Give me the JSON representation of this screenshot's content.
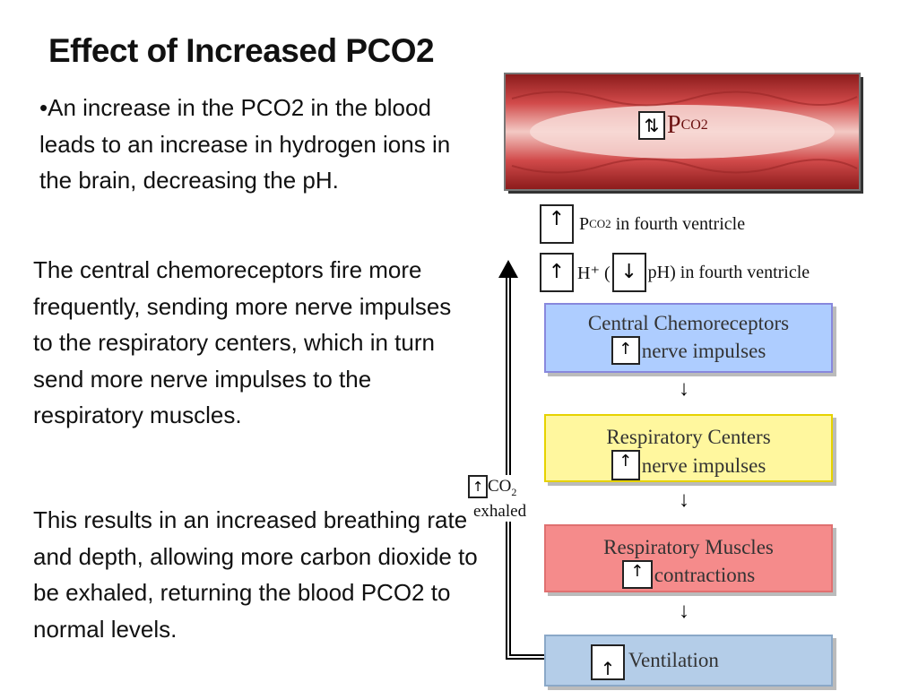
{
  "slide": {
    "title": "Effect of Increased PCO2",
    "bullet1": "•An increase in the PCO2 in the blood leads to an increase in hydrogen ions in the brain, decreasing the pH.",
    "para2": "The central chemoreceptors fire more frequently, sending more nerve impulses to the respiratory centers, which in turn send more nerve impulses to the respiratory muscles.",
    "para3": "This results in an increased breathing rate and depth, allowing more carbon dioxide to be exhaled, returning the blood PCO2 to normal levels."
  },
  "diagram": {
    "vessel_label": "P",
    "vessel_label_sub": "CO2",
    "arrows": {
      "up": "↑",
      "down": "↓",
      "updown": "⇅"
    },
    "row1_text": "in fourth ventricle",
    "row1_p": "P",
    "row1_sub": "CO2",
    "row2_h": "H⁺ (",
    "row2_text": "pH) in fourth ventricle",
    "central_title": "Central Chemoreceptors",
    "central_sub": "nerve impulses",
    "resp_title": "Respiratory Centers",
    "resp_sub": "nerve impulses",
    "musc_title": "Respiratory Muscles",
    "musc_sub": "contractions",
    "vent_title": "Ventilation",
    "co2_line1": "CO",
    "co2_line1_sub": "2",
    "co2_line2": "exhaled",
    "colors": {
      "central": "#aecdff",
      "resp": "#fff79e",
      "musc": "#f58b8b",
      "vent": "#b4cde8",
      "vessel": "#c43a3a"
    }
  }
}
